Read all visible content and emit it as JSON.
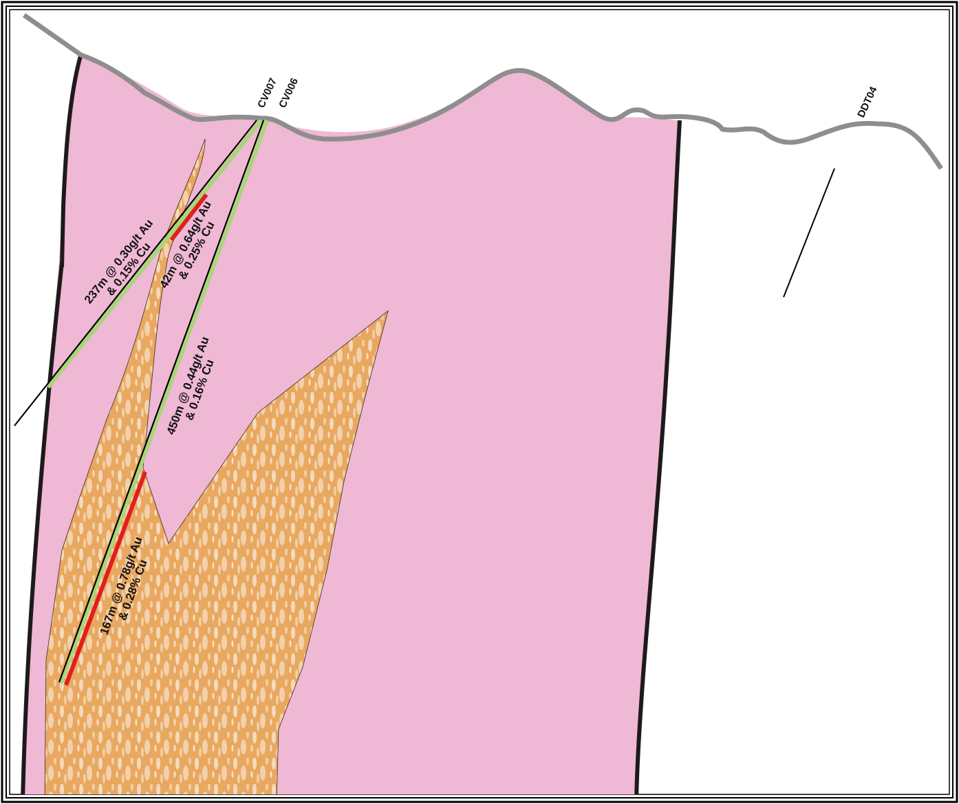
{
  "colors": {
    "intrusive": "#efb8d4",
    "porphyry": "#e9a860",
    "porphyry_light": "#f7e3cc",
    "contact": "#1f1a1a",
    "topography": "#8e8e8e",
    "drillhole": "#000000",
    "intercept_green": "#a9d57a",
    "intercept_red": "#e01f1f",
    "frame": "#000000"
  },
  "drillholes": {
    "cv007": "CV007",
    "cv006": "CV006",
    "ddt04": "DDT04"
  },
  "intercepts": {
    "cv007_main": {
      "line1": "237m @ 0.30g/t Au",
      "line2": "& 0.15% Cu"
    },
    "cv007_high": {
      "line1": "42m @ 0.64g/t Au",
      "line2": "& 0.25% Cu"
    },
    "cv006_main": {
      "line1": "450m @ 0.44g/t Au",
      "line2": "& 0.16% Cu"
    },
    "cv006_high": {
      "line1": "167m @ 0.78g/t Au",
      "line2": "& 0.28% Cu"
    }
  }
}
